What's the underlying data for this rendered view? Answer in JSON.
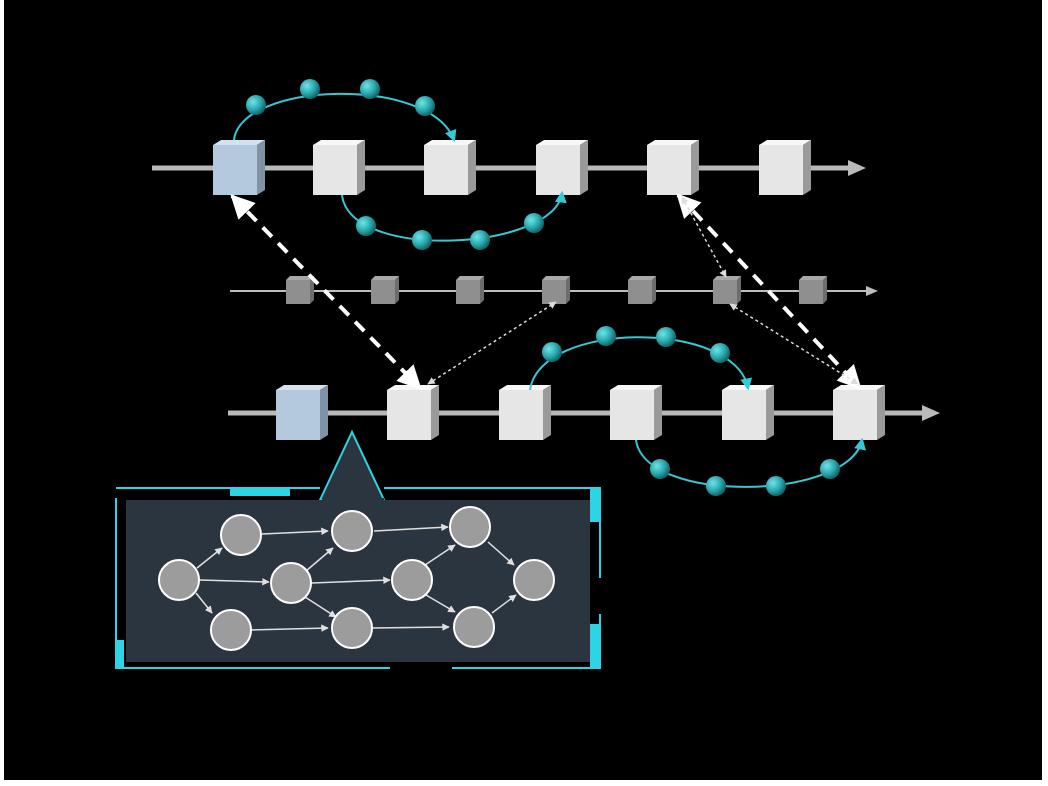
{
  "colors": {
    "background": "#000000",
    "frame": "#ffffff",
    "timeline": "#b9b9b9",
    "timeline_thin": "#bdbdbd",
    "block_face": "#e6e6e6",
    "block_top": "#f7f7f7",
    "block_side": "#9a9a9a",
    "highlight_block": "#b4c9dd",
    "highlight_block_side": "#7f92a6",
    "small_block": "#8f8f8f",
    "orbit": "#35c8d5",
    "orbit_bead": "#2aa9ae",
    "link_dashed": "#ffffff",
    "link_dotted": "#dcdcdc",
    "panel_fill": "#2b3540",
    "panel_border": "#2fd3e6",
    "graph_node": "#9c9c9c",
    "graph_node_stroke": "#ffffff",
    "graph_edge": "#e0e0e0"
  },
  "icons": [
    "block-icon",
    "arrowhead-icon",
    "graph-node-icon"
  ],
  "timelines": [
    {
      "name": "top-chain",
      "block_count": 6,
      "highlighted_index": 0
    },
    {
      "name": "middle-chain",
      "block_count": 7,
      "highlighted_index": -1
    },
    {
      "name": "bottom-chain",
      "block_count": 6,
      "highlighted_index": 0
    }
  ],
  "graph": {
    "node_count": 10,
    "edges": [
      [
        0,
        1
      ],
      [
        0,
        2
      ],
      [
        0,
        3
      ],
      [
        1,
        4
      ],
      [
        2,
        4
      ],
      [
        2,
        5
      ],
      [
        3,
        6
      ],
      [
        4,
        7
      ],
      [
        5,
        7
      ],
      [
        5,
        8
      ],
      [
        6,
        8
      ],
      [
        7,
        9
      ],
      [
        8,
        9
      ]
    ]
  }
}
